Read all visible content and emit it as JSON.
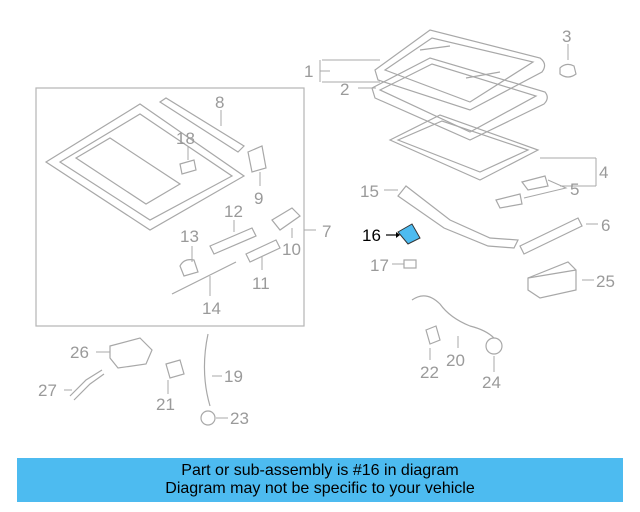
{
  "callouts": {
    "c1": "1",
    "c2": "2",
    "c3": "3",
    "c4": "4",
    "c5": "5",
    "c6": "6",
    "c7": "7",
    "c8": "8",
    "c9": "9",
    "c10": "10",
    "c11": "11",
    "c12": "12",
    "c13": "13",
    "c14": "14",
    "c15": "15",
    "c16": "16",
    "c17": "17",
    "c18": "18",
    "c19": "19",
    "c20": "20",
    "c21": "21",
    "c22": "22",
    "c23": "23",
    "c24": "24",
    "c25": "25",
    "c26": "26",
    "c27": "27"
  },
  "highlight": {
    "part_number": "16",
    "color": "#4dbbf0"
  },
  "banner": {
    "line1": "Part or sub-assembly is #16 in diagram",
    "line2": "Diagram may not be specific to your vehicle",
    "background": "#4dbbf0"
  }
}
